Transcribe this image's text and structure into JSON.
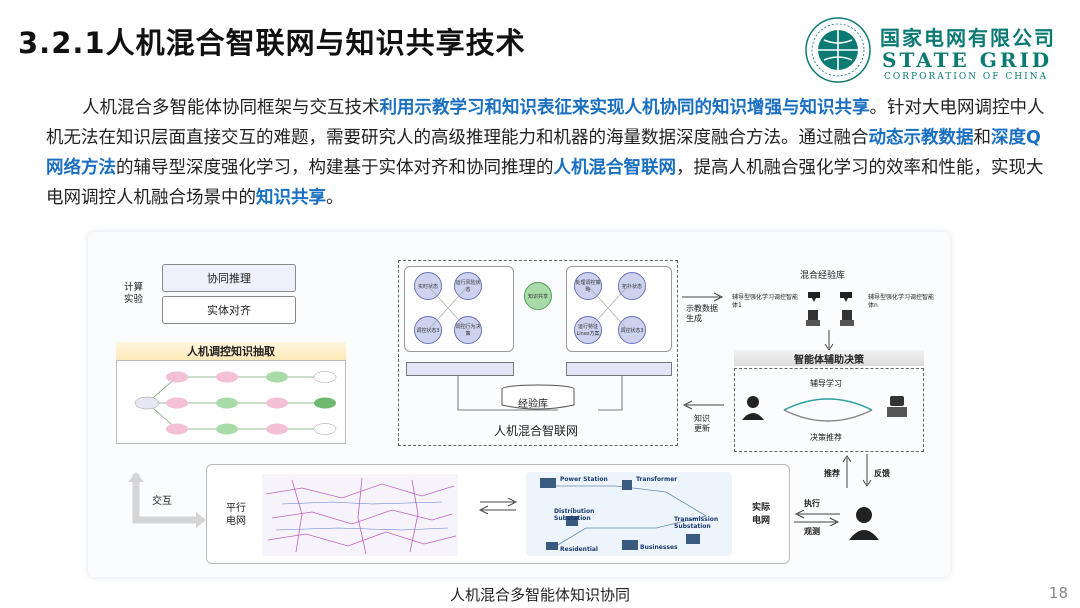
{
  "title": "3.2.1人机混合智联网与知识共享技术",
  "logo": {
    "cn": "国家电网有限公司",
    "en": "STATE GRID",
    "en_sub": "CORPORATION OF CHINA"
  },
  "paragraph": {
    "p1": "人机混合多智能体协同框架与交互技术",
    "h1": "利用示教学习和知识表征来实现人机协同的知识增强与知识共享",
    "p2": "。针对大电网调控中人机无法在知识层面直接交互的难题，需要研究人的高级推理能力和机器的海量数据深度融合方法。通过融合",
    "h2": "动态示教数据",
    "p3": "和",
    "h3": "深度Q网络方法",
    "p4": "的辅导型深度强化学习，构建基于实体对齐和协同推理的",
    "h4": "人机混合智联网",
    "p5": "，提高人机融合强化学习的效率和性能，实现大电网调控人机融合场景中的",
    "h5": "知识共享",
    "p6": "。"
  },
  "figure": {
    "calc_exp": "计算\n实验",
    "cooperative_reasoning": "协同推理",
    "entity_alignment": "实体对齐",
    "knowledge_extraction": "人机调控知识抽取",
    "demo_data_gen": "示教数据\n生成",
    "hybrid_exp_lib": "混合经验库",
    "guide_agent_1": "辅导型强化学习调控智能体1",
    "guide_agent_n": "辅导型强化学习调控智能体n",
    "agent_decision": "智能体辅助决策",
    "guided_learning": "辅导学习",
    "decision_recommend": "决策推荐",
    "knowledge_update": "知识\n更新",
    "exp_lib": "经验库",
    "hybrid_net": "人机混合智联网",
    "interaction": "交互",
    "parallel_grid": "平行\n电网",
    "real_grid": "实际\n电网",
    "recommend": "推荐",
    "feedback": "反馈",
    "execute": "执行",
    "observe": "观测",
    "shared": "知识共享",
    "node_a1": "实时状态",
    "node_a2": "运行风险状态",
    "node_a3": "调控状态3",
    "node_a4": "调控行为决策",
    "node_b1": "处理调控策略",
    "node_b2": "拓扑状态",
    "node_b3": "运行特征Lines方案",
    "node_b4": "调控状态3",
    "grid_power": "Power Station",
    "grid_transformer": "Transformer",
    "grid_distribution": "Distribution Substation",
    "grid_residential": "Residential",
    "grid_businesses": "Businesses",
    "grid_transmission": "Transmission Substation"
  },
  "caption": "人机混合多智能体知识协同",
  "page_number": "18",
  "colors": {
    "accent": "#1a6fc0",
    "brand": "#0a7a72"
  }
}
